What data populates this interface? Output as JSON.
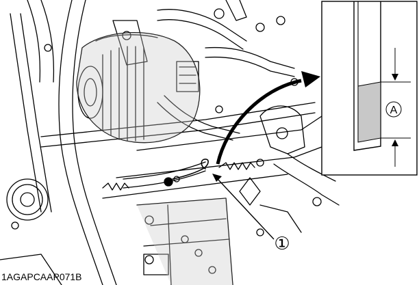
{
  "figure": {
    "code": "1AGAPCAAP071B",
    "callouts": {
      "part_1": "①",
      "dimension_a": "A"
    },
    "colors": {
      "line": "#000000",
      "background": "#ffffff",
      "gray": "#8a8a8a",
      "shade": "#c8c8c8"
    }
  }
}
